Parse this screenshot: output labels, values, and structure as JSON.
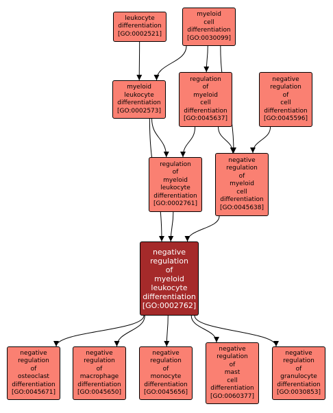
{
  "colors": {
    "node_fill": "#fa8072",
    "focus_fill": "#a52a2a",
    "focus_text": "#ffffff",
    "edge": "#000000",
    "background": "#ffffff"
  },
  "nodes": {
    "leuk_diff": {
      "label": "leukocyte\ndifferentiation\n[GO:0002521]"
    },
    "myeloid_diff": {
      "label": "myeloid\ncell\ndifferentiation\n[GO:0030099]"
    },
    "myeloid_leuk_diff": {
      "label": "myeloid\nleukocyte\ndifferentiation\n[GO:0002573]"
    },
    "reg_myeloid_diff": {
      "label": "regulation\nof\nmyeloid\ncell\ndifferentiation\n[GO:0045637]"
    },
    "neg_reg_cell_diff": {
      "label": "negative\nregulation\nof\ncell\ndifferentiation\n[GO:0045596]"
    },
    "reg_myeloid_leuk_diff": {
      "label": "regulation\nof\nmyeloid\nleukocyte\ndifferentiation\n[GO:0002761]"
    },
    "neg_reg_myeloid_diff": {
      "label": "negative\nregulation\nof\nmyeloid\ncell\ndifferentiation\n[GO:0045638]"
    },
    "focus": {
      "label": "negative\nregulation\nof\nmyeloid\nleukocyte\ndifferentiation\n[GO:0002762]"
    },
    "osteoclast": {
      "label": "negative\nregulation\nof\nosteoclast\ndifferentiation\n[GO:0045671]"
    },
    "macrophage": {
      "label": "negative\nregulation\nof\nmacrophage\ndifferentiation\n[GO:0045650]"
    },
    "monocyte": {
      "label": "negative\nregulation\nof\nmonocyte\ndifferentiation\n[GO:0045656]"
    },
    "mast": {
      "label": "negative\nregulation\nof\nmast\ncell\ndifferentiation\n[GO:0060377]"
    },
    "granulocyte": {
      "label": "negative\nregulation\nof\ngranulocyte\ndifferentiation\n[GO:0030853]"
    }
  },
  "edges": [
    {
      "from": "leuk_diff",
      "to": "myeloid_leuk_diff"
    },
    {
      "from": "myeloid_diff",
      "to": "myeloid_leuk_diff"
    },
    {
      "from": "myeloid_diff",
      "to": "reg_myeloid_diff"
    },
    {
      "from": "myeloid_diff",
      "to": "neg_reg_myeloid_diff"
    },
    {
      "from": "myeloid_leuk_diff",
      "to": "reg_myeloid_leuk_diff"
    },
    {
      "from": "myeloid_leuk_diff",
      "to": "focus"
    },
    {
      "from": "reg_myeloid_diff",
      "to": "reg_myeloid_leuk_diff"
    },
    {
      "from": "reg_myeloid_diff",
      "to": "neg_reg_myeloid_diff"
    },
    {
      "from": "neg_reg_cell_diff",
      "to": "neg_reg_myeloid_diff"
    },
    {
      "from": "reg_myeloid_leuk_diff",
      "to": "focus"
    },
    {
      "from": "neg_reg_myeloid_diff",
      "to": "focus"
    },
    {
      "from": "focus",
      "to": "osteoclast"
    },
    {
      "from": "focus",
      "to": "macrophage"
    },
    {
      "from": "focus",
      "to": "monocyte"
    },
    {
      "from": "focus",
      "to": "mast"
    },
    {
      "from": "focus",
      "to": "granulocyte"
    }
  ]
}
